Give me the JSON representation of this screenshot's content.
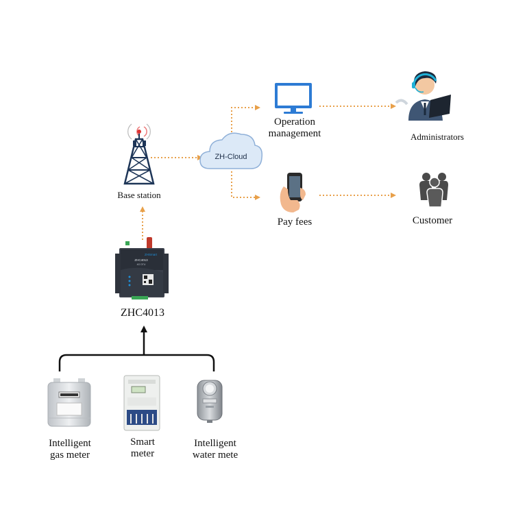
{
  "nodes": {
    "base_station": "Base station",
    "cloud": "ZH-Cloud",
    "operation_line1": "Operation",
    "operation_line2": "management",
    "pay_fees": "Pay fees",
    "administrators": "Administrators",
    "customer": "Customer",
    "device_model": "ZHC4013",
    "gas_line1": "Intelligent",
    "gas_line2": "gas meter",
    "smart_line1": "Smart",
    "smart_line2": "meter",
    "water_line1": "Intelligent",
    "water_line2": "water mete"
  },
  "device_panel": {
    "brand": "ZHSmart",
    "model": "ZHC4013",
    "sub": "4G DTU"
  },
  "colors": {
    "flow_arrow": "#e8a04a",
    "tree_arrow": "#111111",
    "cloud_fill": "#dce9f7",
    "cloud_stroke": "#8fb0d8",
    "tower": "#1d3557",
    "monitor": "#2d7bd4",
    "device_body": "#3a3f4a",
    "device_accent": "#1f8fd8"
  },
  "icons": [
    "tower-icon",
    "cloud-icon",
    "monitor-icon",
    "phone-hand-icon",
    "operator-icon",
    "people-group-icon",
    "router-icon",
    "gas-meter-icon",
    "electric-meter-icon",
    "water-meter-icon"
  ]
}
